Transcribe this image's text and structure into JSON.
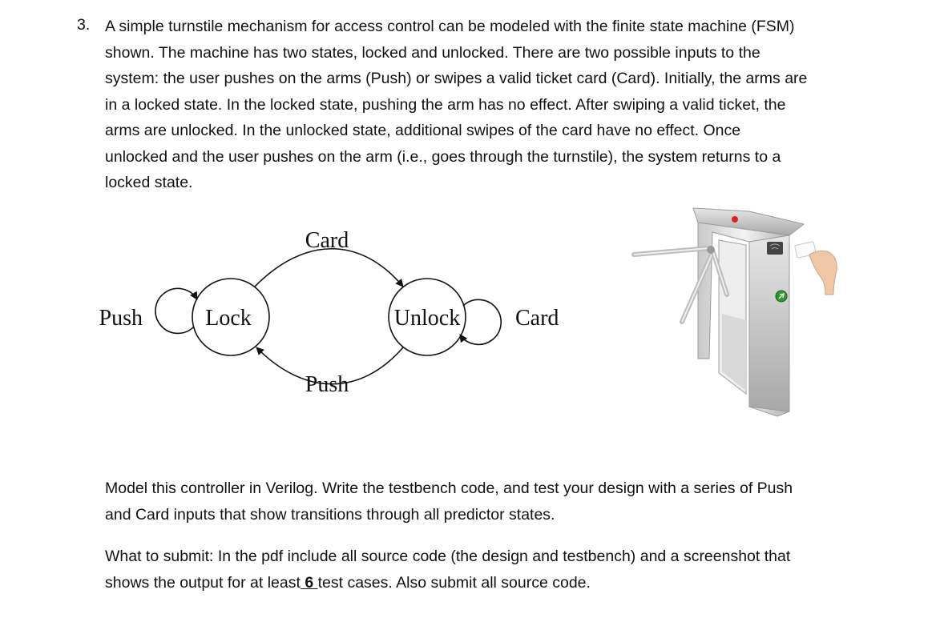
{
  "question": {
    "number": "3.",
    "intro_lines": [
      "A simple turnstile mechanism for access control can be modeled with the finite state machine (FSM)",
      "shown.  The machine has two states,  locked and unlocked.  There are two possible inputs to the",
      "system:  the user pushes on the arms (Push) or swipes a valid ticket card (Card).   Initially, the arms are",
      "in a locked state.  In the locked state, pushing the arm has no effect.  After swiping a valid ticket, the",
      "arms are unlocked.   In the unlocked state, additional swipes of the card have no effect.  Once",
      "unlocked and the user pushes on the arm (i.e., goes through the turnstile), the system returns to a",
      "locked state."
    ],
    "task_lines": [
      "Model this controller in Verilog.   Write the testbench code, and test your design with a series of Push",
      "and Card inputs that show transitions through all predictor states."
    ],
    "submit_line1": "What to submit:  In the pdf include all source code (the design and testbench)  and a screenshot that",
    "submit_line2_pre": "shows the output for at least",
    "submit_count": " 6 ",
    "submit_line2_post": "test cases.   Also submit all source code."
  },
  "fsm": {
    "states": [
      "Lock",
      "Unlock"
    ],
    "transitions": {
      "lock_to_unlock": "Card",
      "unlock_to_lock": "Push",
      "lock_self": "Push",
      "unlock_self": "Card"
    }
  }
}
